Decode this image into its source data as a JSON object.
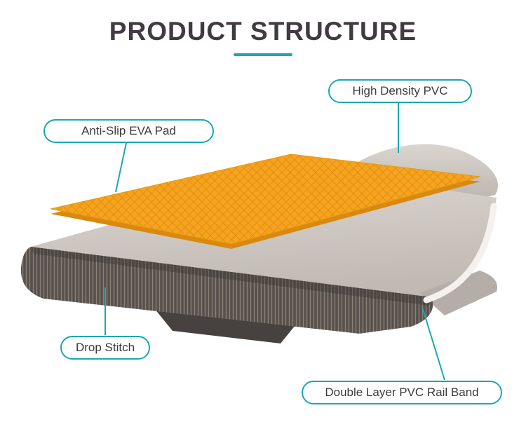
{
  "title": "PRODUCT STRUCTURE",
  "labels": {
    "high_density_pvc": "High Density PVC",
    "anti_slip_eva_pad": "Anti-Slip EVA Pad",
    "drop_stitch": "Drop Stitch",
    "double_layer_pvc_rail_band": "Double Layer PVC Rail Band"
  },
  "colors": {
    "accent_teal": "#1BA7B5",
    "title_text": "#423A42",
    "eva_pad_orange": "#F6A41F",
    "board_gray": "#CFC8C3",
    "drop_stitch_dark": "#58514C"
  },
  "illustration": {
    "subject": "inflatable paddle board exploded view",
    "parts": [
      "EVA pad layer",
      "board deck",
      "drop stitch core",
      "fin",
      "rail band"
    ]
  }
}
